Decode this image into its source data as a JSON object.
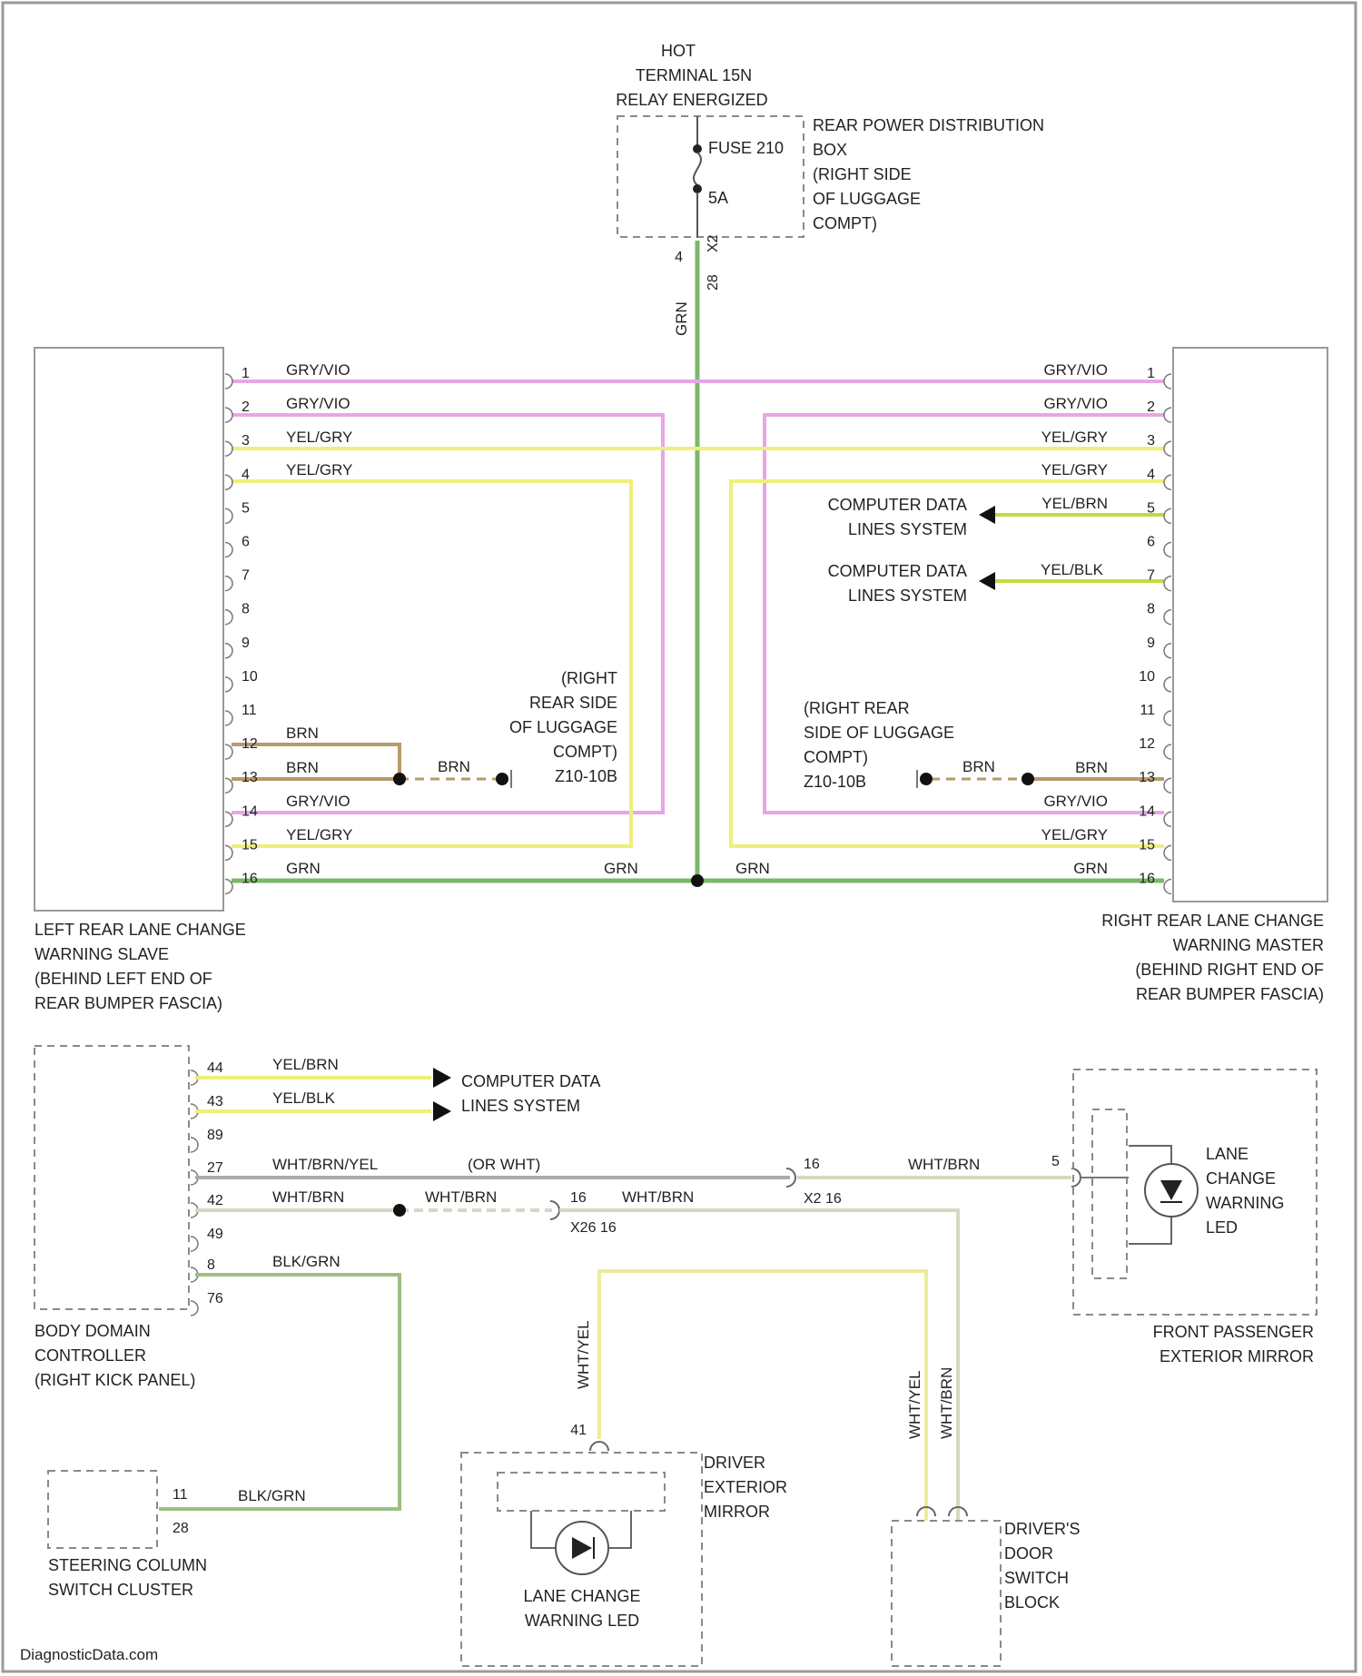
{
  "fuse_box": {
    "supply": [
      "HOT",
      "TERMINAL 15N",
      "RELAY ENERGIZED"
    ],
    "name": [
      "REAR POWER DISTRIBUTION",
      "BOX",
      "(RIGHT SIDE",
      "OF LUGGAGE",
      "COMPT)"
    ],
    "fuse_label": "FUSE 210",
    "fuse_rating": "5A",
    "connector": [
      "X2",
      "28"
    ],
    "out_pin": "4",
    "out_wire": "GRN"
  },
  "left_module": {
    "name": [
      "LEFT REAR LANE CHANGE",
      "WARNING SLAVE",
      "(BEHIND LEFT END OF",
      "REAR BUMPER FASCIA)"
    ],
    "pins": [
      "1",
      "2",
      "3",
      "4",
      "5",
      "6",
      "7",
      "8",
      "9",
      "10",
      "11",
      "12",
      "13",
      "14",
      "15",
      "16"
    ],
    "wires": {
      "p1": "GRY/VIO",
      "p2": "GRY/VIO",
      "p3": "YEL/GRY",
      "p4": "YEL/GRY",
      "p12": "BRN",
      "p13": "BRN",
      "p14": "GRY/VIO",
      "p15": "YEL/GRY",
      "p16": "GRN"
    },
    "ground_wire": "BRN",
    "ground_loc": [
      "(RIGHT",
      "REAR SIDE",
      "OF LUGGAGE",
      "COMPT)",
      "Z10-10B"
    ],
    "grn_right": "GRN"
  },
  "right_module": {
    "name": [
      "RIGHT REAR LANE CHANGE",
      "WARNING MASTER",
      "(BEHIND RIGHT END OF",
      "REAR BUMPER FASCIA)"
    ],
    "pins": [
      "1",
      "2",
      "3",
      "4",
      "5",
      "6",
      "7",
      "8",
      "9",
      "10",
      "11",
      "12",
      "13",
      "14",
      "15",
      "16"
    ],
    "wires": {
      "p1": "GRY/VIO",
      "p2": "GRY/VIO",
      "p3": "YEL/GRY",
      "p4": "YEL/GRY",
      "p5": "YEL/BRN",
      "p7": "YEL/BLK",
      "p13": "BRN",
      "p14": "GRY/VIO",
      "p15": "YEL/GRY",
      "p16": "GRN"
    },
    "data_ref": [
      "COMPUTER DATA",
      "LINES SYSTEM"
    ],
    "ground_wire": "BRN",
    "ground_loc": [
      "(RIGHT REAR",
      "SIDE OF LUGGAGE",
      "COMPT)",
      "Z10-10B"
    ],
    "grn_left": "GRN"
  },
  "bdc": {
    "name": [
      "BODY DOMAIN",
      "CONTROLLER",
      "(RIGHT KICK PANEL)"
    ],
    "pins": [
      "44",
      "43",
      "89",
      "27",
      "42",
      "49",
      "8",
      "76"
    ],
    "wires": {
      "p44": "YEL/BRN",
      "p43": "YEL/BLK",
      "p27": "WHT/BRN/YEL",
      "p27_alt": "(OR WHT)",
      "p42": "WHT/BRN",
      "p42_b": "WHT/BRN",
      "p42_c": "WHT/BRN",
      "p8": "BLK/GRN"
    },
    "data_ref": [
      "COMPUTER DATA",
      "LINES SYSTEM"
    ],
    "conn_a": [
      "16",
      "X2 16"
    ],
    "conn_b": [
      "16",
      "X26 16"
    ],
    "mirror_wire": "WHT/BRN"
  },
  "front_pass_mirror": {
    "name": [
      "FRONT PASSENGER",
      "EXTERIOR MIRROR"
    ],
    "led": [
      "LANE",
      "CHANGE",
      "WARNING",
      "LED"
    ],
    "pin": "5"
  },
  "driver_mirror": {
    "name": [
      "DRIVER",
      "EXTERIOR",
      "MIRROR"
    ],
    "led": [
      "LANE CHANGE",
      "WARNING LED"
    ],
    "pin": "41",
    "wire": "WHT/YEL"
  },
  "door_switch": {
    "name": [
      "DRIVER'S",
      "DOOR",
      "SWITCH",
      "BLOCK"
    ],
    "wire_a": "WHT/YEL",
    "wire_b": "WHT/BRN"
  },
  "steering": {
    "name": [
      "STEERING COLUMN",
      "SWITCH CLUSTER"
    ],
    "pins": [
      "11",
      "28"
    ],
    "wire": "BLK/GRN"
  },
  "watermark": "DiagnosticData.com",
  "colors": {
    "grn": "#7ab86a",
    "violet": "#e8a6e6",
    "yellow": "#efef7a",
    "brown": "#b69a6a",
    "white": "#d8d8c2",
    "gray": "#aaaaaa"
  }
}
